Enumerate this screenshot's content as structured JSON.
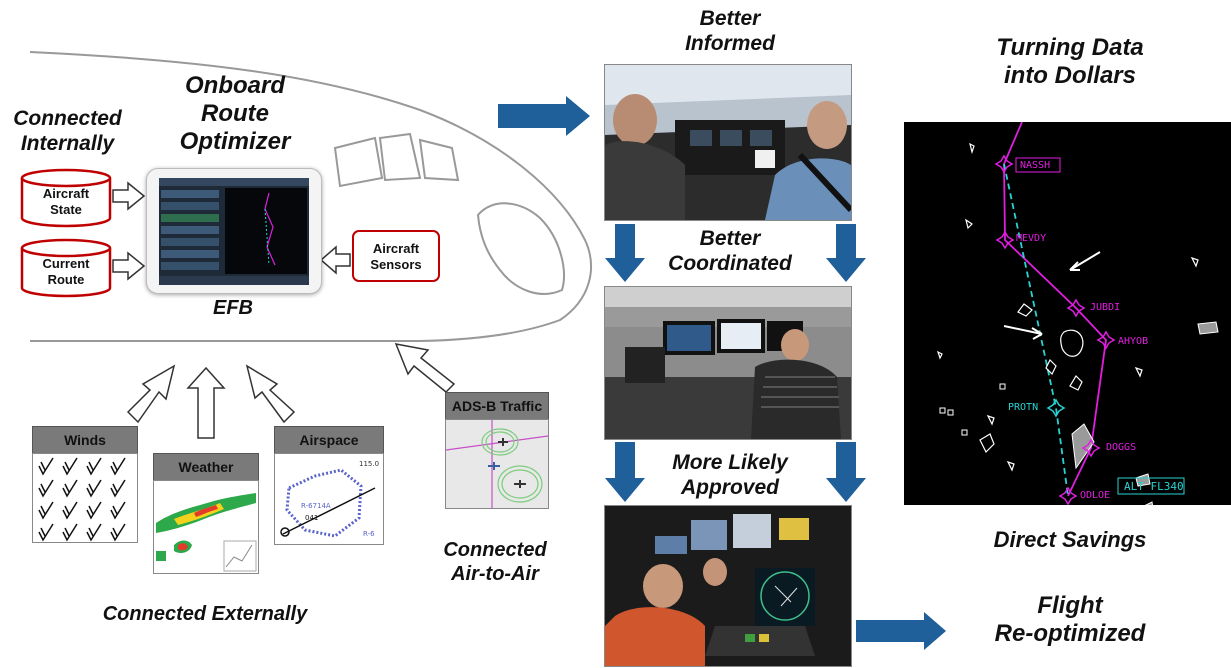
{
  "efb": {
    "title_line1": "Onboard",
    "title_line2": "Route",
    "title_line3": "Optimizer",
    "label": "EFB"
  },
  "connected_internally": {
    "line1": "Connected",
    "line2": "Internally"
  },
  "inputs": {
    "aircraft_state": {
      "line1": "Aircraft",
      "line2": "State"
    },
    "current_route": {
      "line1": "Current",
      "line2": "Route"
    },
    "aircraft_sensors": {
      "line1": "Aircraft",
      "line2": "Sensors"
    }
  },
  "external": {
    "winds": "Winds",
    "weather": "Weather",
    "airspace": "Airspace",
    "adsb": "ADS-B Traffic",
    "caption": "Connected Externally",
    "airspace_map": {
      "label_a": "R-6714A",
      "label_b": "115.0",
      "label_c": "R-6",
      "label_d": "041"
    }
  },
  "air_to_air": {
    "line1": "Connected",
    "line2": "Air-to-Air"
  },
  "stages": {
    "informed": {
      "line1": "Better",
      "line2": "Informed"
    },
    "coordinated": {
      "line1": "Better",
      "line2": "Coordinated"
    },
    "approved": {
      "line1": "More Likely",
      "line2": "Approved"
    }
  },
  "results": {
    "dollars": {
      "line1": "Turning Data",
      "line2": "into Dollars"
    },
    "savings": "Direct Savings",
    "reoptimized": {
      "line1": "Flight",
      "line2": "Re-optimized"
    }
  },
  "route_map": {
    "waypoints": [
      "NASSH",
      "MEVDY",
      "JUBDI",
      "AHYOB",
      "PROTN",
      "DOGGS",
      "ODLOE"
    ],
    "altitude_tag": "ALT FL340"
  },
  "colors": {
    "arrow_blue": "#1f5f9a",
    "cylinder_red": "#c00000",
    "route_magenta": "#e01ee0",
    "route_cyan": "#29d3d3"
  }
}
